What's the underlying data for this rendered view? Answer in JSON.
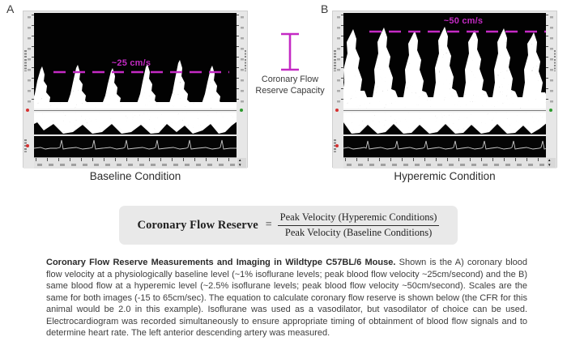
{
  "figure": {
    "panel_a": {
      "letter": "A",
      "velocity_annotation": "~25 cm/s",
      "caption": "Baseline Condition"
    },
    "panel_b": {
      "letter": "B",
      "velocity_annotation": "~50 cm/s",
      "caption": "Hyperemic Condition"
    },
    "middle_annotation": {
      "line1": "Coronary Flow",
      "line2": "Reserve Capacity"
    },
    "equation": {
      "lhs": "Coronary Flow Reserve",
      "equals": "=",
      "numerator": "Peak Velocity (Hyperemic Conditions)",
      "denominator": "Peak Velocity (Baseline Conditions)"
    },
    "caption": {
      "bold": "Coronary Flow Reserve Measurements and Imaging in Wildtype C57BL/6 Mouse.",
      "body": " Shown is the A) coronary blood flow velocity at a physiologically baseline level (~1% isoflurane levels; peak blood flow velocity ~25cm/second) and the B) same blood flow at a hyperemic level (~2.5% isoflurane levels; peak blood flow velocity ~50cm/second). Scales are the same for both images (-15 to 65cm/sec). The equation to calculate coronary flow reserve is shown below (the CFR for this animal would be 2.0 in this example). Isoflurane was used as a vasodilator, but vasodilator of choice can be used. Electrocardiogram was recorded simultaneously to ensure appropriate timing of obtainment of blood flow signals and to determine heart rate. The left anterior descending artery was measured."
    },
    "colors": {
      "annotation_magenta": "#c42ac4"
    },
    "icons": {
      "up_arrow": "▲",
      "down_arrow": "▼"
    }
  }
}
